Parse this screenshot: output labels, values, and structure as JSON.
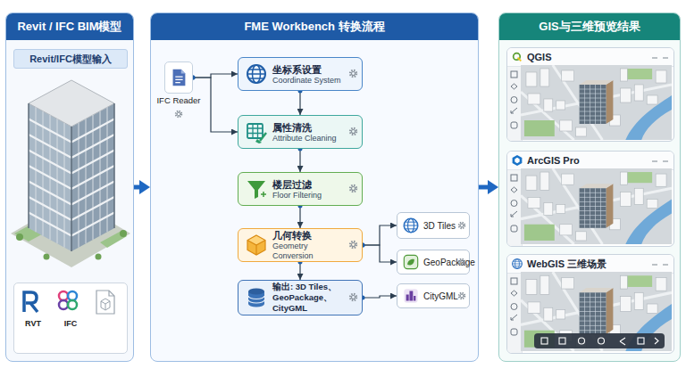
{
  "diagram": {
    "nodes": [
      {
        "text": [
          "Revit / IFC BIM模型"
        ]
      },
      {
        "text": [
          "Revit/IFC模型输入"
        ],
        "in": 0
      },
      {
        "text": [
          "RVT",
          "IFC"
        ],
        "in": 0
      },
      {
        "text": [
          "FME Workbench 转换流程"
        ]
      },
      {
        "text": [
          "IFC Reader"
        ],
        "in": 3
      },
      {
        "text": [
          "坐标系设置",
          "Coordinate System"
        ],
        "in": 3
      },
      {
        "text": [
          "属性清洗",
          "Attribute Cleaning"
        ],
        "in": 3
      },
      {
        "text": [
          "楼层过滤",
          "Floor Filtering"
        ],
        "in": 3
      },
      {
        "text": [
          "几何转换",
          "Geometry Conversion"
        ],
        "in": 3
      },
      {
        "text": [
          "输出: 3D Tiles、 GeoPackage、CityGML"
        ],
        "in": 3
      },
      {
        "text": [
          "3D Tiles"
        ],
        "in": 3
      },
      {
        "text": [
          "GeoPackage"
        ],
        "in": 3
      },
      {
        "text": [
          "CityGML"
        ],
        "in": 3
      },
      {
        "text": [
          "GIS与三维预览结果"
        ]
      },
      {
        "text": [
          "QGIS"
        ],
        "in": 13
      },
      {
        "text": [
          "ArcGIS Pro"
        ],
        "in": 13
      },
      {
        "text": [
          "WebGIS 三维场景"
        ],
        "in": 13
      }
    ],
    "edges": [
      {
        "from": 0,
        "to": 3,
        "arrow": "to"
      },
      {
        "from": 3,
        "to": 13,
        "arrow": "to"
      },
      {
        "from": 4,
        "to": 5,
        "arrow": "to"
      },
      {
        "from": 4,
        "to": 6,
        "arrow": "to"
      },
      {
        "from": 5,
        "to": 6,
        "arrow": "to"
      },
      {
        "from": 6,
        "to": 7,
        "arrow": "to"
      },
      {
        "from": 7,
        "to": 8,
        "arrow": "to"
      },
      {
        "from": 8,
        "to": 9,
        "arrow": "to"
      },
      {
        "from": 8,
        "to": 10,
        "arrow": "to"
      },
      {
        "from": 8,
        "to": 11,
        "arrow": "to"
      },
      {
        "from": 9,
        "to": 12,
        "arrow": "to"
      }
    ]
  }
}
